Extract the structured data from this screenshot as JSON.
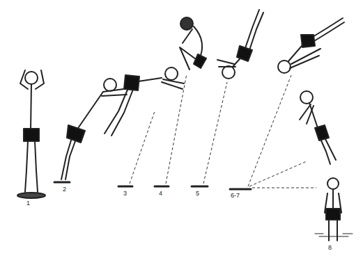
{
  "diagram": {
    "labels": [
      "1",
      "2",
      "3",
      "4",
      "5",
      "6-7",
      "8"
    ]
  }
}
